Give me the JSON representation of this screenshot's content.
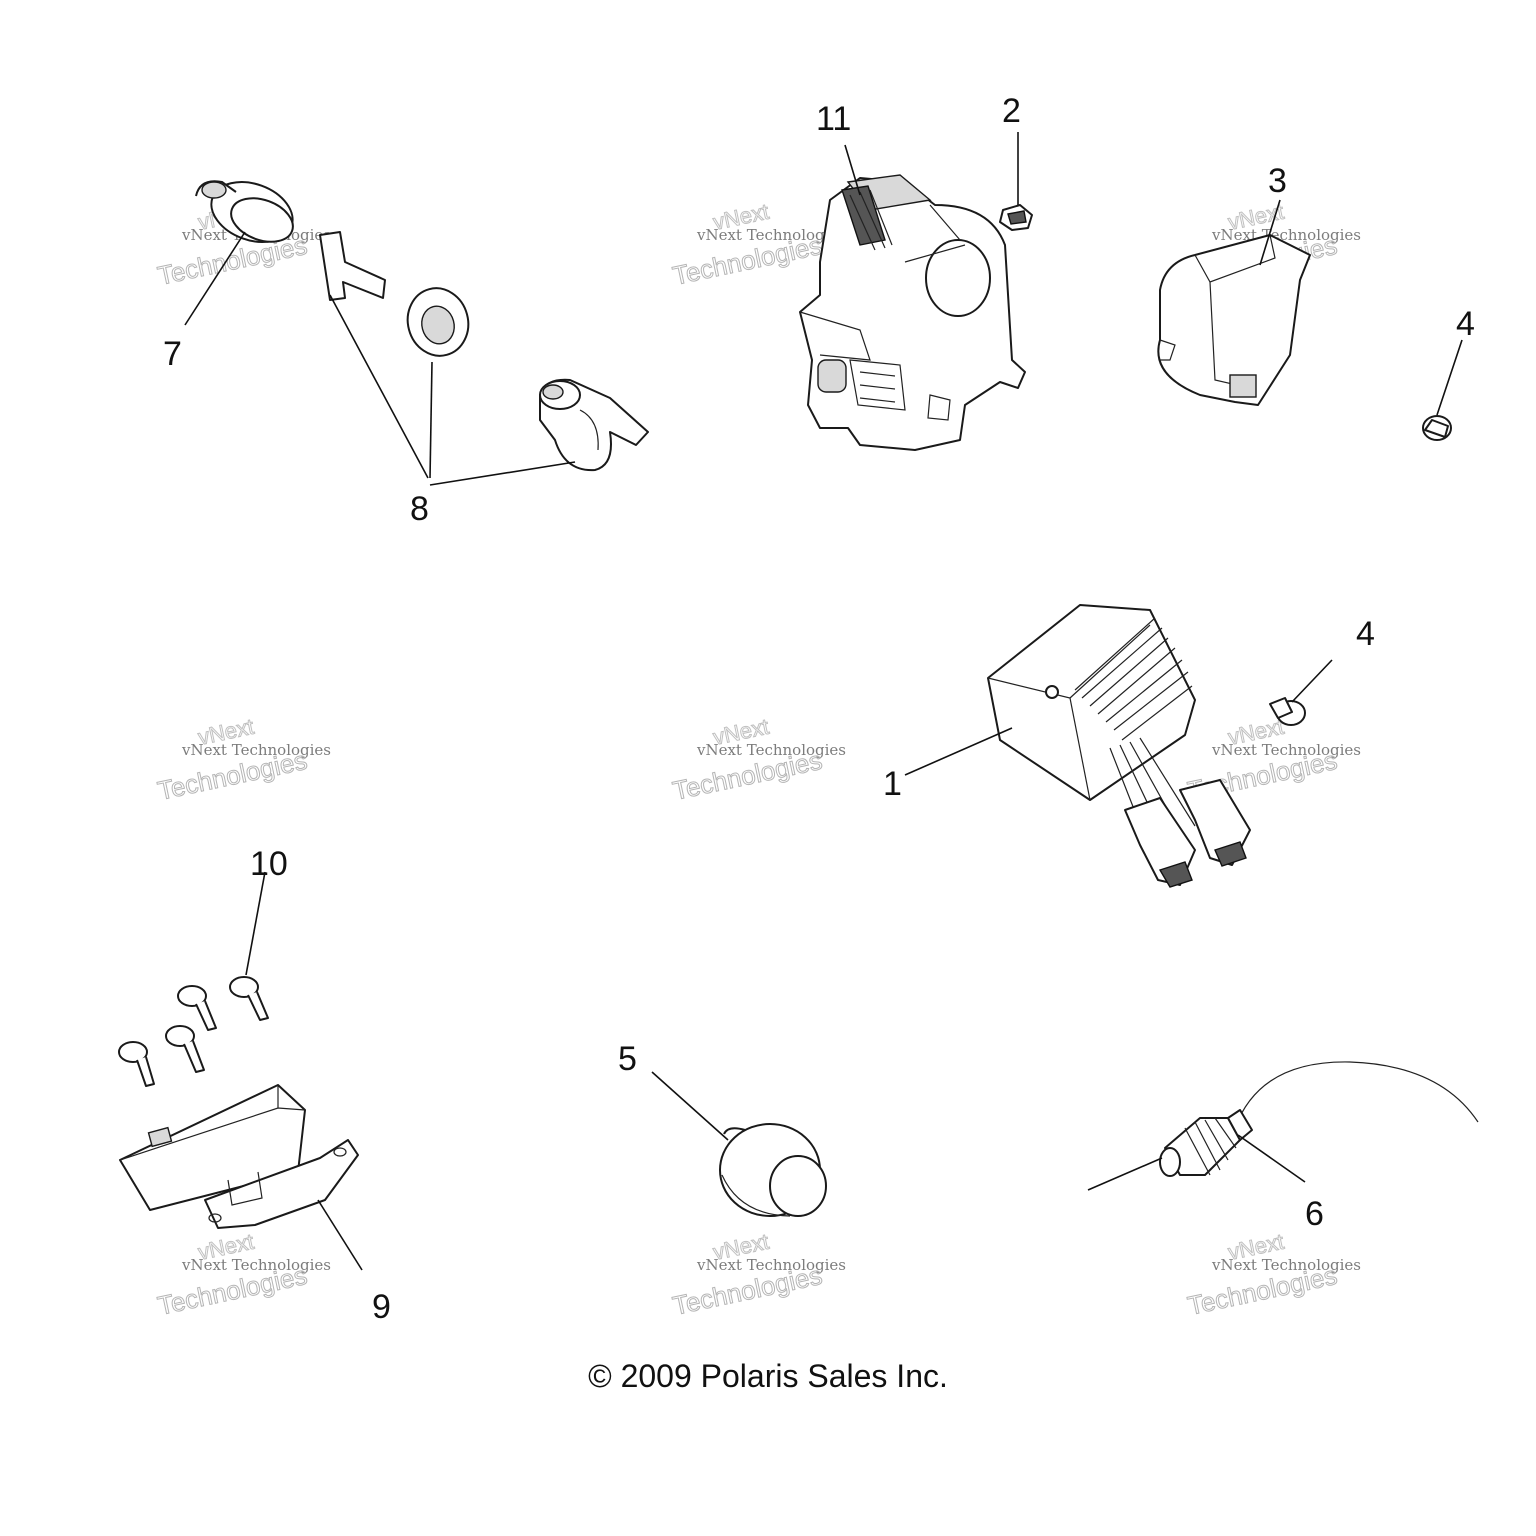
{
  "callouts": {
    "c1": "1",
    "c2": "2",
    "c3": "3",
    "c4a": "4",
    "c4b": "4",
    "c5": "5",
    "c6": "6",
    "c7": "7",
    "c8": "8",
    "c9": "9",
    "c10": "10",
    "c11": "11"
  },
  "watermark": {
    "line1": "vNext",
    "line2": "vNext Technologies",
    "line3": "Technologies"
  },
  "copyright": "© 2009 Polaris Sales Inc."
}
